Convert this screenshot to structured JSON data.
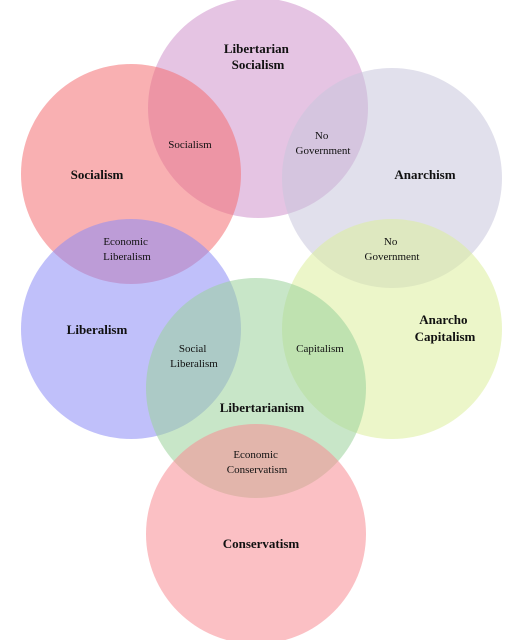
{
  "colors": {
    "libertarian_socialism": "#cf94cc",
    "anarchism": "#c9c6dc",
    "socialism": "#f46f73",
    "liberalism": "#8c8cf5",
    "anarcho_capitalism": "#dcef9c",
    "libertarianism": "#9ad19a",
    "conservatism": "#f88c93",
    "text": "#111111"
  },
  "sets": {
    "libertarian_socialism": {
      "line1": "Libertarian",
      "line2": "Socialism"
    },
    "anarchism": {
      "line1": "Anarchism"
    },
    "socialism": {
      "line1": "Socialism"
    },
    "liberalism": {
      "line1": "Liberalism"
    },
    "anarcho_capitalism": {
      "line1": "Anarcho",
      "line2": "Capitalism"
    },
    "libertarianism": {
      "line1": "Libertarianism"
    },
    "conservatism": {
      "line1": "Conservatism"
    }
  },
  "overlaps": {
    "socialism_top": {
      "line1": "Socialism"
    },
    "no_government_top": {
      "line1": "No",
      "line2": "Government"
    },
    "economic_liberalism": {
      "line1": "Economic",
      "line2": "Liberalism"
    },
    "no_government_right": {
      "line1": "No",
      "line2": "Government"
    },
    "social_liberalism": {
      "line1": "Social",
      "line2": "Liberalism"
    },
    "capitalism": {
      "line1": "Capitalism"
    },
    "economic_conservatism": {
      "line1": "Economic",
      "line2": "Conservatism"
    }
  }
}
